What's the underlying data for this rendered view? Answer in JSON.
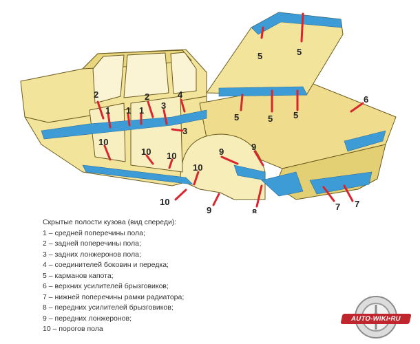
{
  "legend": {
    "title": "Скрытые полости кузова (вид спереди):",
    "items": [
      "1 – средней поперечины пола;",
      "2 – задней поперечины пола;",
      "3 – задних лонжеронов пола;",
      "4 – соединителей боковин и передка;",
      "5 – карманов капота;",
      "6 – верхних усилителей брызговиков;",
      "7 – нижней поперечины рамки радиатора;",
      "8 – передних усилителей брызговиков;",
      "9 – передних лонжеронов;",
      "10 – порогов пола"
    ]
  },
  "callouts": {
    "n1": "1",
    "n2": "2",
    "n3": "3",
    "n4": "4",
    "n5": "5",
    "n6": "6",
    "n7": "7",
    "n8": "8",
    "n9": "9",
    "n10": "10"
  },
  "watermark": "AUTO-WIKI•RU",
  "colors": {
    "body": "#f2e49a",
    "body_shade": "#e3cf74",
    "cavity": "#3d9bd6",
    "arrow": "#d8262e",
    "outline": "#6b5a1e"
  }
}
